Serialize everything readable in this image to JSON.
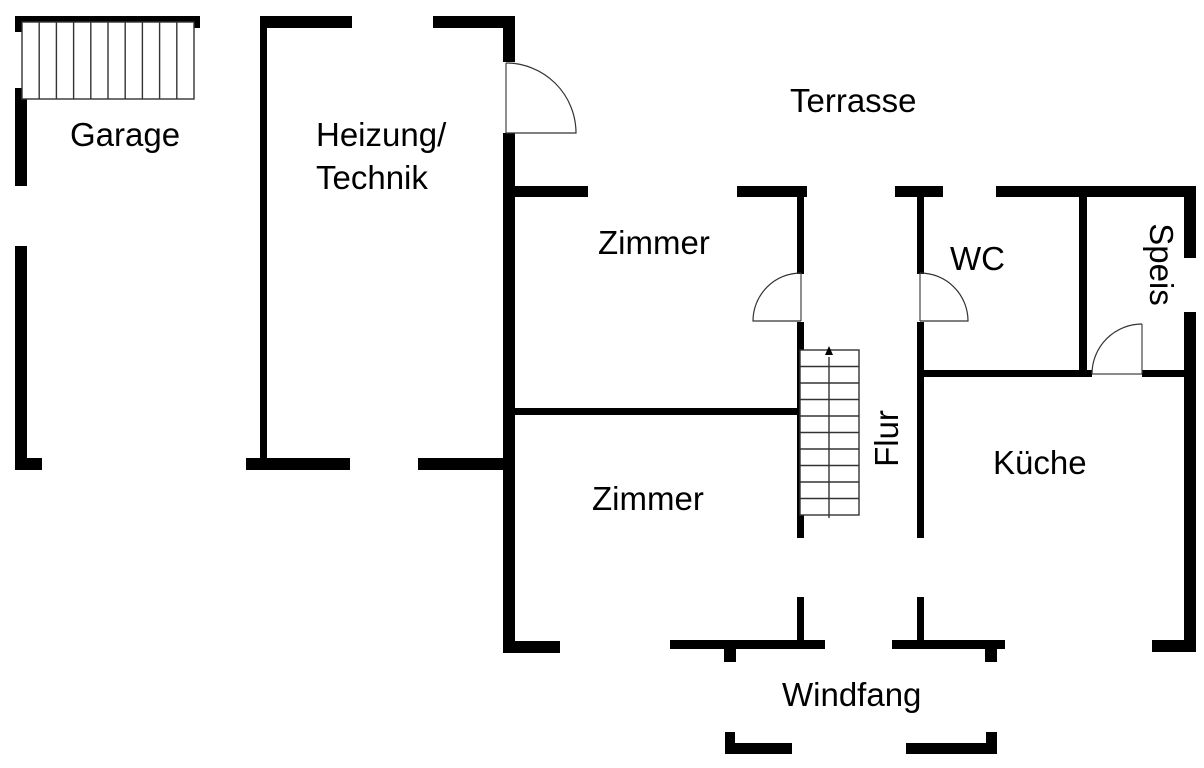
{
  "plan": {
    "type": "floor-plan",
    "ink_color": "#000000",
    "background_color": "#ffffff",
    "rooms": [
      {
        "id": "garage",
        "label": "Garage"
      },
      {
        "id": "heizung",
        "label_line1": "Heizung/",
        "label_line2": "Technik"
      },
      {
        "id": "terrasse",
        "label": "Terrasse"
      },
      {
        "id": "zimmer-oben",
        "label": "Zimmer"
      },
      {
        "id": "zimmer-unten",
        "label": "Zimmer"
      },
      {
        "id": "wc",
        "label": "WC"
      },
      {
        "id": "speis",
        "label": "Speis"
      },
      {
        "id": "flur",
        "label": "Flur"
      },
      {
        "id": "kueche",
        "label": "Küche"
      },
      {
        "id": "windfang",
        "label": "Windfang"
      }
    ],
    "doors": [
      "heizung-door",
      "zimmer-door",
      "wc-door",
      "speis-door"
    ],
    "stairs": [
      "garage-stair",
      "flur-stair"
    ]
  }
}
